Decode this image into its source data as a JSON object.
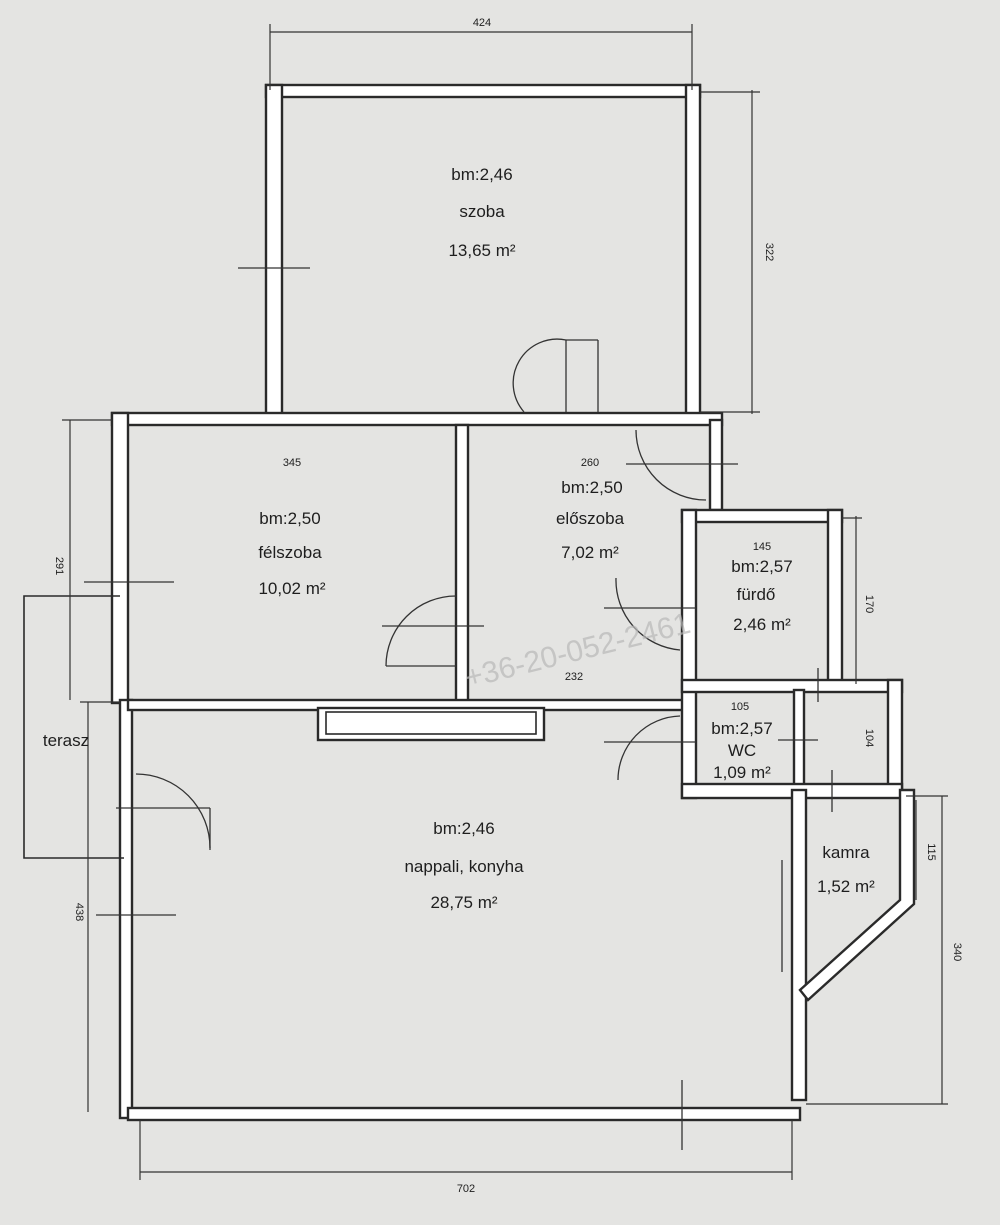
{
  "watermark": "+36-20-052-2461",
  "rooms": {
    "szoba": {
      "height": "bm:2,46",
      "name": "szoba",
      "area": "13,65 m²"
    },
    "felszoba": {
      "height": "bm:2,50",
      "name": "félszoba",
      "area": "10,02 m²"
    },
    "eloszoba": {
      "height": "bm:2,50",
      "name": "előszoba",
      "area": "7,02 m²"
    },
    "furdo": {
      "height": "bm:2,57",
      "name": "fürdő",
      "area": "2,46 m²"
    },
    "wc": {
      "height": "bm:2,57",
      "name": "WC",
      "area": "1,09 m²"
    },
    "nappali": {
      "height": "bm:2,46",
      "name": "nappali, konyha",
      "area": "28,75 m²"
    },
    "kamra": {
      "name": "kamra",
      "area": "1,52 m²"
    },
    "terasz": {
      "name": "terasz"
    }
  },
  "dimensions": {
    "szoba_width": "424",
    "szoba_depth": "322",
    "felszoba_width": "345",
    "felszoba_depth": "291",
    "eloszoba_width": "260",
    "eloszoba_bottom": "232",
    "furdo_width": "145",
    "furdo_depth": "170",
    "wc_width": "105",
    "wc_depth": "104",
    "kamra_depth": "115",
    "nappali_depth": "438",
    "right_depth": "340",
    "total_width": "702"
  }
}
